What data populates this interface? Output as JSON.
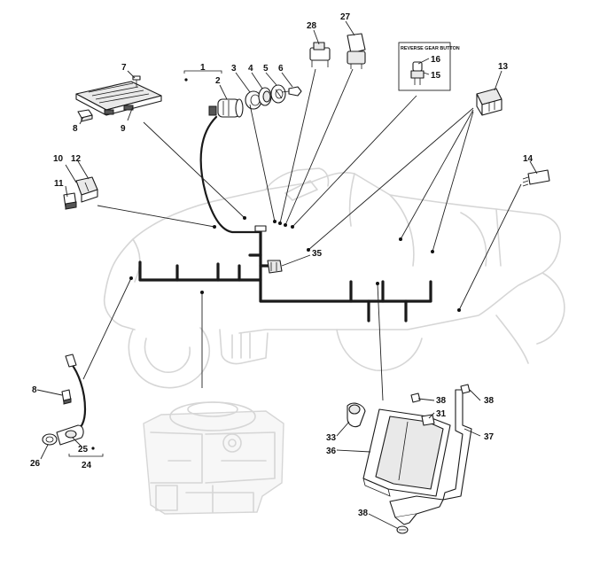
{
  "labels": {
    "l1": "1",
    "l2": "2",
    "l3": "3",
    "l4": "4",
    "l5": "5",
    "l6": "6",
    "l7": "7",
    "l8a": "8",
    "l8b": "8",
    "l9": "9",
    "l10": "10",
    "l11": "11",
    "l12": "12",
    "l13": "13",
    "l14": "14",
    "l15": "15",
    "l16": "16",
    "l24": "24",
    "l25": "25",
    "l26": "26",
    "l27": "27",
    "l28": "28",
    "l31": "31",
    "l33": "33",
    "l35": "35",
    "l36": "36",
    "l37": "37",
    "l38a": "38",
    "l38b": "38",
    "l38c": "38"
  },
  "inset": {
    "title": "REVERSE GEAR BUTTON"
  },
  "colors": {
    "line": "#1a1a1a",
    "ghost": "#d6d6d6",
    "background": "#ffffff"
  }
}
